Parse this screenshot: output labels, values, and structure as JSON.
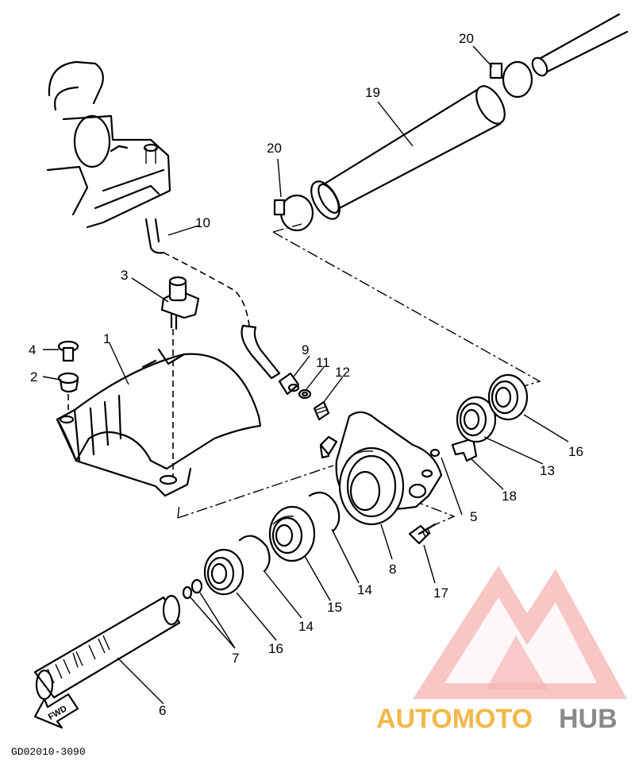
{
  "diagram": {
    "drawing_code": "GD02010-3090",
    "direction_marker": "FWD",
    "part_labels": [
      {
        "id": "lbl-1",
        "text": "1"
      },
      {
        "id": "lbl-2",
        "text": "2"
      },
      {
        "id": "lbl-3",
        "text": "3"
      },
      {
        "id": "lbl-4",
        "text": "4"
      },
      {
        "id": "lbl-5",
        "text": "5"
      },
      {
        "id": "lbl-6",
        "text": "6"
      },
      {
        "id": "lbl-7",
        "text": "7"
      },
      {
        "id": "lbl-8",
        "text": "8"
      },
      {
        "id": "lbl-9",
        "text": "9"
      },
      {
        "id": "lbl-10",
        "text": "10"
      },
      {
        "id": "lbl-11",
        "text": "11"
      },
      {
        "id": "lbl-12",
        "text": "12"
      },
      {
        "id": "lbl-13",
        "text": "13"
      },
      {
        "id": "lbl-14a",
        "text": "14"
      },
      {
        "id": "lbl-14b",
        "text": "14"
      },
      {
        "id": "lbl-15",
        "text": "15"
      },
      {
        "id": "lbl-16a",
        "text": "16"
      },
      {
        "id": "lbl-16b",
        "text": "16"
      },
      {
        "id": "lbl-17",
        "text": "17"
      },
      {
        "id": "lbl-18",
        "text": "18"
      },
      {
        "id": "lbl-19",
        "text": "19"
      },
      {
        "id": "lbl-20a",
        "text": "20"
      },
      {
        "id": "lbl-20b",
        "text": "20"
      }
    ]
  },
  "watermark": {
    "part1": "AUTOMOTO",
    "part2": "HUB",
    "color_logo": "#f4a6a6",
    "color_orange": "#f2b84a",
    "color_gray": "#8a8a8a"
  }
}
